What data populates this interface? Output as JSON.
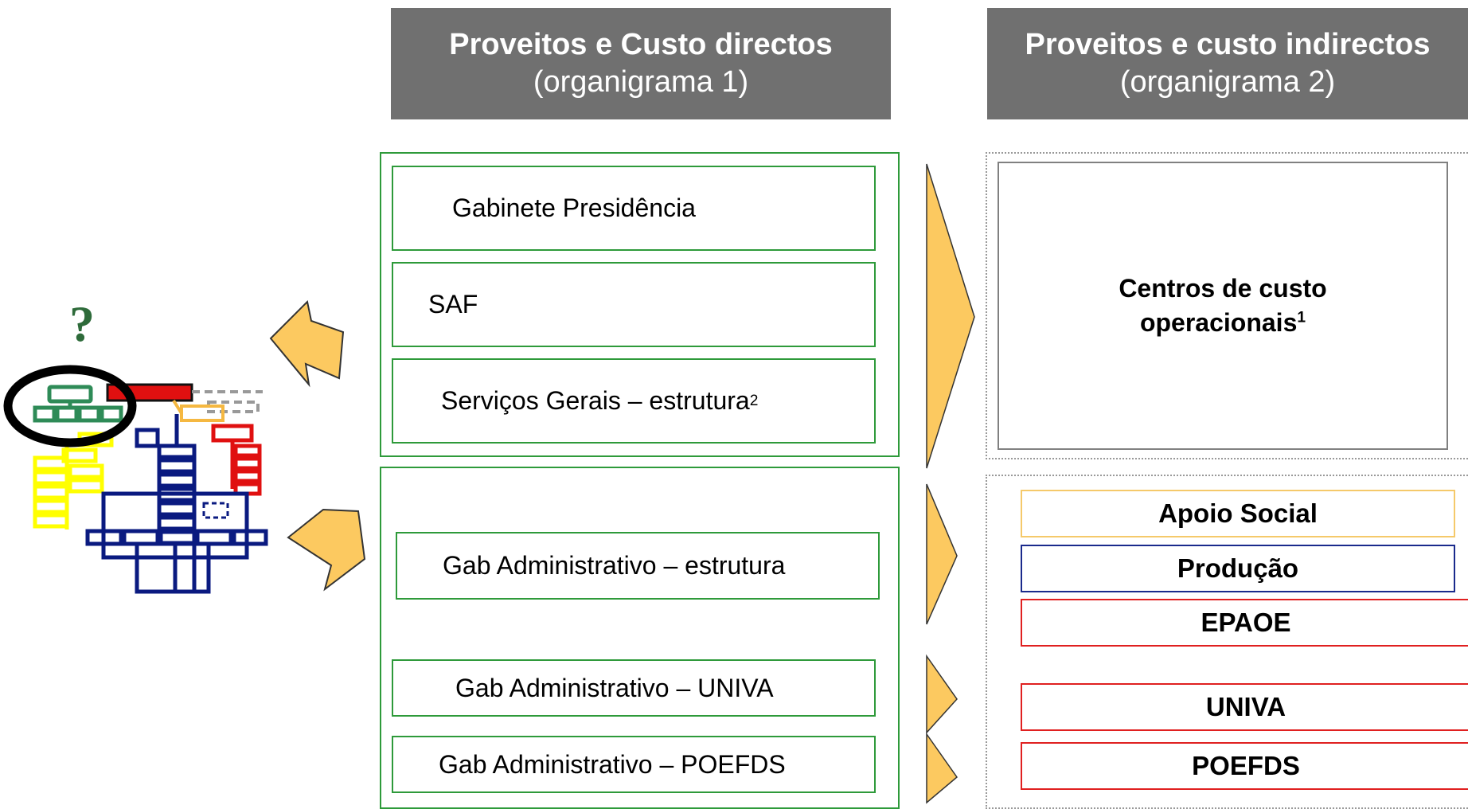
{
  "headers": {
    "direct": {
      "title": "Proveitos e Custo directos",
      "subtitle": "(organigrama 1)"
    },
    "indirect": {
      "title": "Proveitos e custo indirectos",
      "subtitle": "(organigrama 2)"
    }
  },
  "left_icon": {
    "question_mark": "?"
  },
  "direct_boxes": {
    "gabinete": "Gabinete Presidência",
    "saf": "SAF",
    "servicos": "Serviços Gerais – estrutura",
    "servicos_sup": "2",
    "gab_estrutura": "Gab Administrativo – estrutura",
    "gab_univa": "Gab Administrativo – UNIVA",
    "gab_poefds": "Gab Administrativo – POEFDS"
  },
  "indirect": {
    "centros_line1": "Centros de custo",
    "centros_line2": "operacionais",
    "centros_sup": "1",
    "items": [
      {
        "label": "Apoio Social",
        "color": "#f5c96a"
      },
      {
        "label": "Produção",
        "color": "#1a2a8c"
      },
      {
        "label": "EPAOE",
        "color": "#e02020"
      },
      {
        "label": "UNIVA",
        "color": "#e02020"
      },
      {
        "label": "POEFDS",
        "color": "#e02020"
      }
    ]
  },
  "colors": {
    "header_bg": "#707070",
    "green_border": "#2e9a3a",
    "arrow_fill": "#fcc960",
    "org_green": "#2e8b57",
    "org_red": "#e01010",
    "org_yellow": "#ffff00",
    "org_navy": "#0a1a80",
    "org_orange": "#f5b841"
  }
}
